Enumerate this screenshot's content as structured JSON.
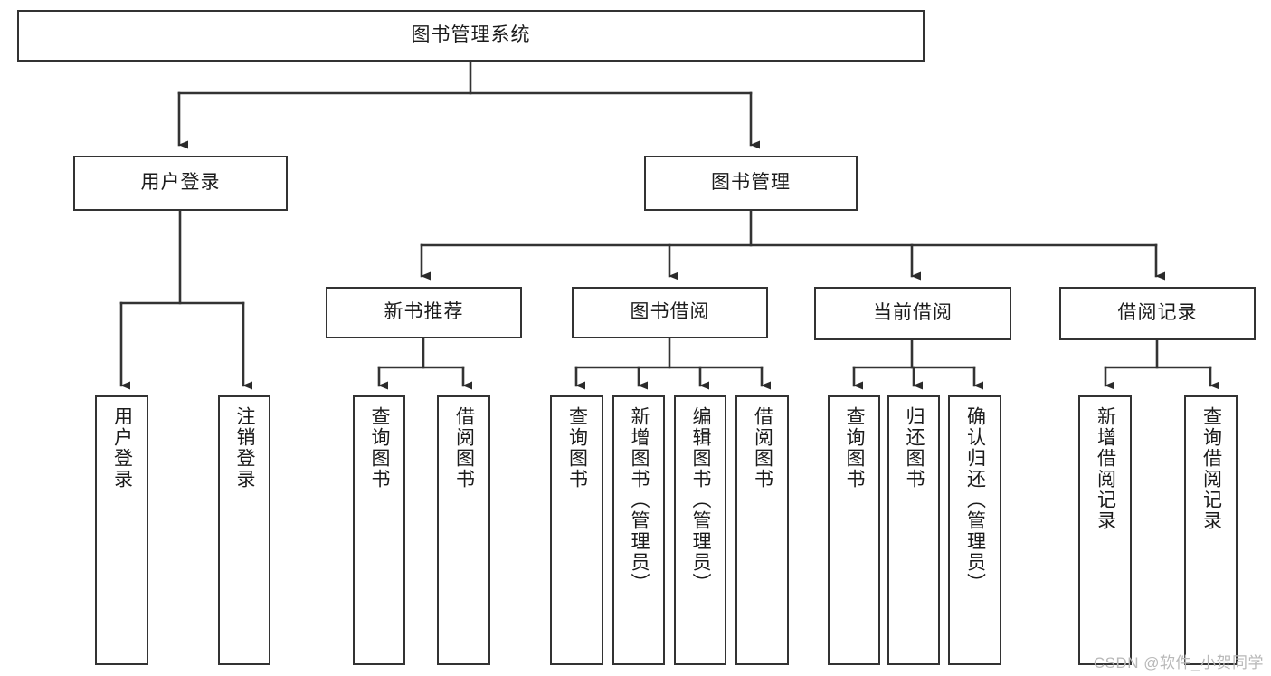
{
  "diagram": {
    "type": "tree-hierarchy-chart",
    "title_node": {
      "label": "图书管理系统"
    },
    "level2": [
      {
        "id": "user-login",
        "label": "用户登录"
      },
      {
        "id": "book-management",
        "label": "图书管理"
      }
    ],
    "level3": [
      {
        "id": "new-book-recommend",
        "label": "新书推荐",
        "parent": "book-management"
      },
      {
        "id": "book-borrow",
        "label": "图书借阅",
        "parent": "book-management"
      },
      {
        "id": "current-borrow",
        "label": "当前借阅",
        "parent": "book-management"
      },
      {
        "id": "borrow-record",
        "label": "借阅记录",
        "parent": "book-management"
      }
    ],
    "leaves": [
      {
        "id": "leaf-user-login",
        "label": "用户登录",
        "parent": "user-login"
      },
      {
        "id": "leaf-logout-login",
        "label": "注销登录",
        "parent": "user-login"
      },
      {
        "id": "leaf-query-book-1",
        "label": "查询图书",
        "parent": "new-book-recommend"
      },
      {
        "id": "leaf-borrow-book-1",
        "label": "借阅图书",
        "parent": "new-book-recommend"
      },
      {
        "id": "leaf-query-book-2",
        "label": "查询图书",
        "parent": "book-borrow"
      },
      {
        "id": "leaf-add-book",
        "label": "新增图书（管理员）",
        "parent": "book-borrow"
      },
      {
        "id": "leaf-edit-book",
        "label": "编辑图书（管理员）",
        "parent": "book-borrow"
      },
      {
        "id": "leaf-borrow-book-2",
        "label": "借阅图书",
        "parent": "book-borrow"
      },
      {
        "id": "leaf-query-book-3",
        "label": "查询图书",
        "parent": "current-borrow"
      },
      {
        "id": "leaf-return-book",
        "label": "归还图书",
        "parent": "current-borrow"
      },
      {
        "id": "leaf-confirm-return",
        "label": "确认归还（管理员）",
        "parent": "current-borrow"
      },
      {
        "id": "leaf-add-record",
        "label": "新增借阅记录",
        "parent": "borrow-record"
      },
      {
        "id": "leaf-query-record",
        "label": "查询借阅记录",
        "parent": "borrow-record"
      }
    ],
    "colors": {
      "box_border": "#333333",
      "box_fill": "#ffffff",
      "connector": "#333333",
      "text": "#1b1b1b",
      "watermark": "#b8b8b8"
    }
  },
  "watermark": {
    "text": "CSDN @软件_小贺同学"
  }
}
